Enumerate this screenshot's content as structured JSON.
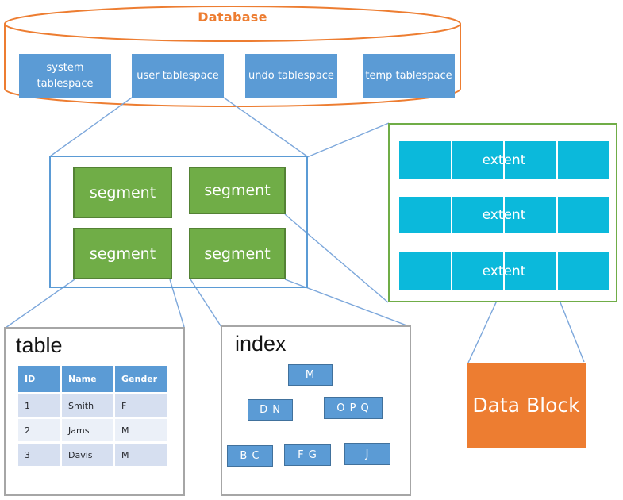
{
  "cylinder": {
    "title": "Database",
    "tablespaces": [
      "system tablespace",
      "user tablespace",
      "undo tablespace",
      "temp tablespace"
    ]
  },
  "segments": {
    "items": [
      "segment",
      "segment",
      "segment",
      "segment"
    ]
  },
  "extents": {
    "rows": [
      "extent",
      "extent",
      "extent"
    ]
  },
  "table_panel": {
    "title": "table",
    "columns": [
      "ID",
      "Name",
      "Gender"
    ],
    "rows": [
      [
        "1",
        "Smith",
        "F"
      ],
      [
        "2",
        "Jams",
        "M"
      ],
      [
        "3",
        "Davis",
        "M"
      ]
    ]
  },
  "index_panel": {
    "title": "index",
    "nodes": {
      "root": "M",
      "mid_left": "D N",
      "mid_right": "O P Q",
      "leaf_a": "B C",
      "leaf_b": "F G",
      "leaf_c": "J"
    }
  },
  "data_block": {
    "label": "Data Block"
  },
  "colors": {
    "orange": "#ED7D31",
    "blue": "#5B9BD5",
    "blue_border": "#41719C",
    "green_fill": "#70AD47",
    "green_border": "#548235",
    "cyan": "#0BB9DB",
    "connector": "#7CA7DB",
    "panel_border": "#A6A6A6",
    "table_row_odd": "#D6DFF0",
    "table_row_even": "#EBF0F8"
  }
}
